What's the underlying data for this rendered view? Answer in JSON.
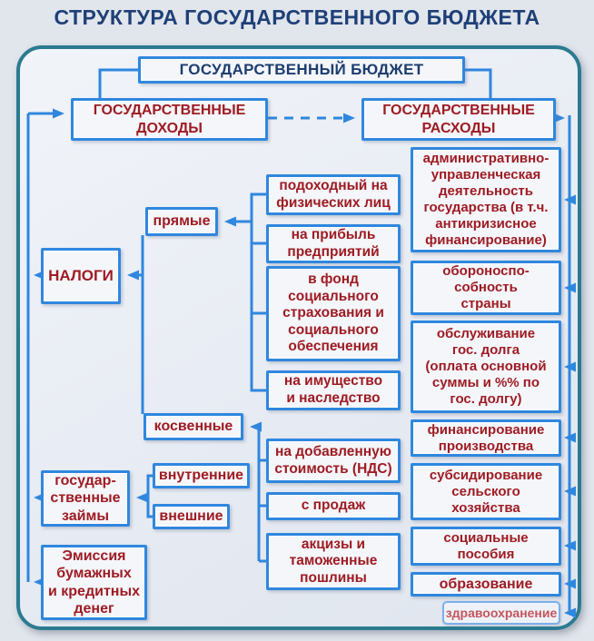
{
  "colors": {
    "accent_blue": "#2f87de",
    "frame_teal": "#2b7b90",
    "text_red": "#9e1b22",
    "text_navy": "#1d3d6e",
    "health_red": "#c5555c",
    "box_fill": "#f4f6fa"
  },
  "title": "СТРУКТУРА ГОСУДАРСТВЕННОГО БЮДЖЕТА",
  "tree": {
    "root": {
      "label": "ГОСУДАРСТВЕННЫЙ БЮДЖЕТ"
    },
    "revenues": {
      "label": "ГОСУДАРСТВЕННЫЕ\nДОХОДЫ",
      "taxes": {
        "label": "НАЛОГИ",
        "direct": {
          "label": "прямые",
          "items": [
            "подоходный на\nфизических лиц",
            "на прибыль\nпредприятий",
            "в фонд\nсоциального\nстрахования и\nсоциального\nобеспечения",
            "на имущество\nи наследство"
          ]
        },
        "indirect": {
          "label": "косвенные",
          "items": [
            "на добавленную\nстоимость (НДС)",
            "с продаж",
            "акцизы и\nтаможенные\nпошлины"
          ]
        }
      },
      "loans": {
        "label": "государ-\nственные\nзаймы",
        "items": [
          "внутренние",
          "внешние"
        ]
      },
      "emission": {
        "label": "Эмиссия\nбумажных\nи кредитных\nденег"
      }
    },
    "expenditures": {
      "label": "ГОСУДАРСТВЕННЫЕ\nРАСХОДЫ",
      "items": [
        "административно-\nуправленческая\nдеятельность\nгосударства (в т.ч.\nантикризисное\nфинансирование)",
        "обороноспо-\nсобность\nстраны",
        "обслуживание\nгос. долга\n(оплата основной\nсуммы и %% по\nгос. долгу)",
        "финансирование\nпроизводства",
        "субсидирование\nсельского\nхозяйства",
        "социальные\nпособия",
        "образование",
        "здравоохранение"
      ]
    }
  }
}
